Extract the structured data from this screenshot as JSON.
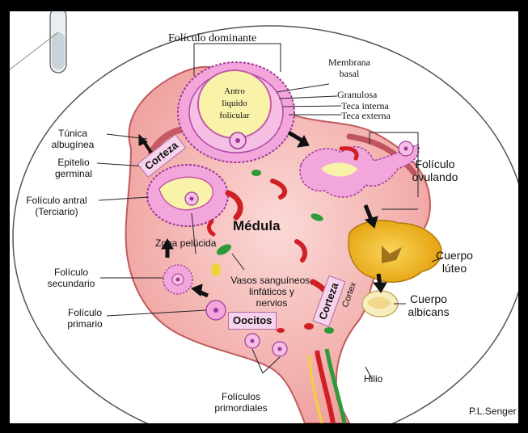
{
  "labels": {
    "foliculo_dominante": "Folículo dominante",
    "membrana_basal_1": "Membrana",
    "membrana_basal_2": "basal",
    "granulosa": "Granulosa",
    "teca_interna": "Teca interna",
    "teca_externa": "Teca externa",
    "antro_1": "Antro",
    "antro_2": "liquido",
    "antro_3": "folicular",
    "tunica_1": "Túnica",
    "tunica_2": "albugínea",
    "epitelio_1": "Epitelio",
    "epitelio_2": "germinal",
    "antral_1": "Folículo antral",
    "antral_2": "(Terciario)",
    "corteza_top": "Corteza",
    "foliculo_ovulando_1": "Folículo",
    "foliculo_ovulando_2": "ovulando",
    "medula": "Médula",
    "zona_pelucida": "Zona pelúcida",
    "secundario_1": "Folículo",
    "secundario_2": "secundario",
    "vasos_1": "Vasos sanguíneos,",
    "vasos_2": "linfáticos y",
    "vasos_3": "nervios",
    "cuerpo_luteo_1": "Cuerpo",
    "cuerpo_luteo_2": "lúteo",
    "corteza_bottom": "Corteza",
    "cortex": "Cortex",
    "cuerpo_albicans_1": "Cuerpo",
    "cuerpo_albicans_2": "albicans",
    "primario_1": "Folículo",
    "primario_2": "primario",
    "oocitos": "Oocitos",
    "hilio": "Hilio",
    "primordiales_1": "Folículos",
    "primordiales_2": "primordiales",
    "credit": "P.L.Senger"
  },
  "colors": {
    "frame": "#000000",
    "ovary_fill": "#f6c3c1",
    "ovary_stroke": "#c05a5e",
    "follicle_pink": "#f3a6dc",
    "follicle_stroke": "#a0389a",
    "antrum": "#f8f3a9",
    "corpus_luteum": "#f0b81c",
    "albicans": "#f7eec0",
    "vessel_red": "#d11f26",
    "vessel_green": "#2f9a3c",
    "label_box": "#f7d2ec"
  }
}
